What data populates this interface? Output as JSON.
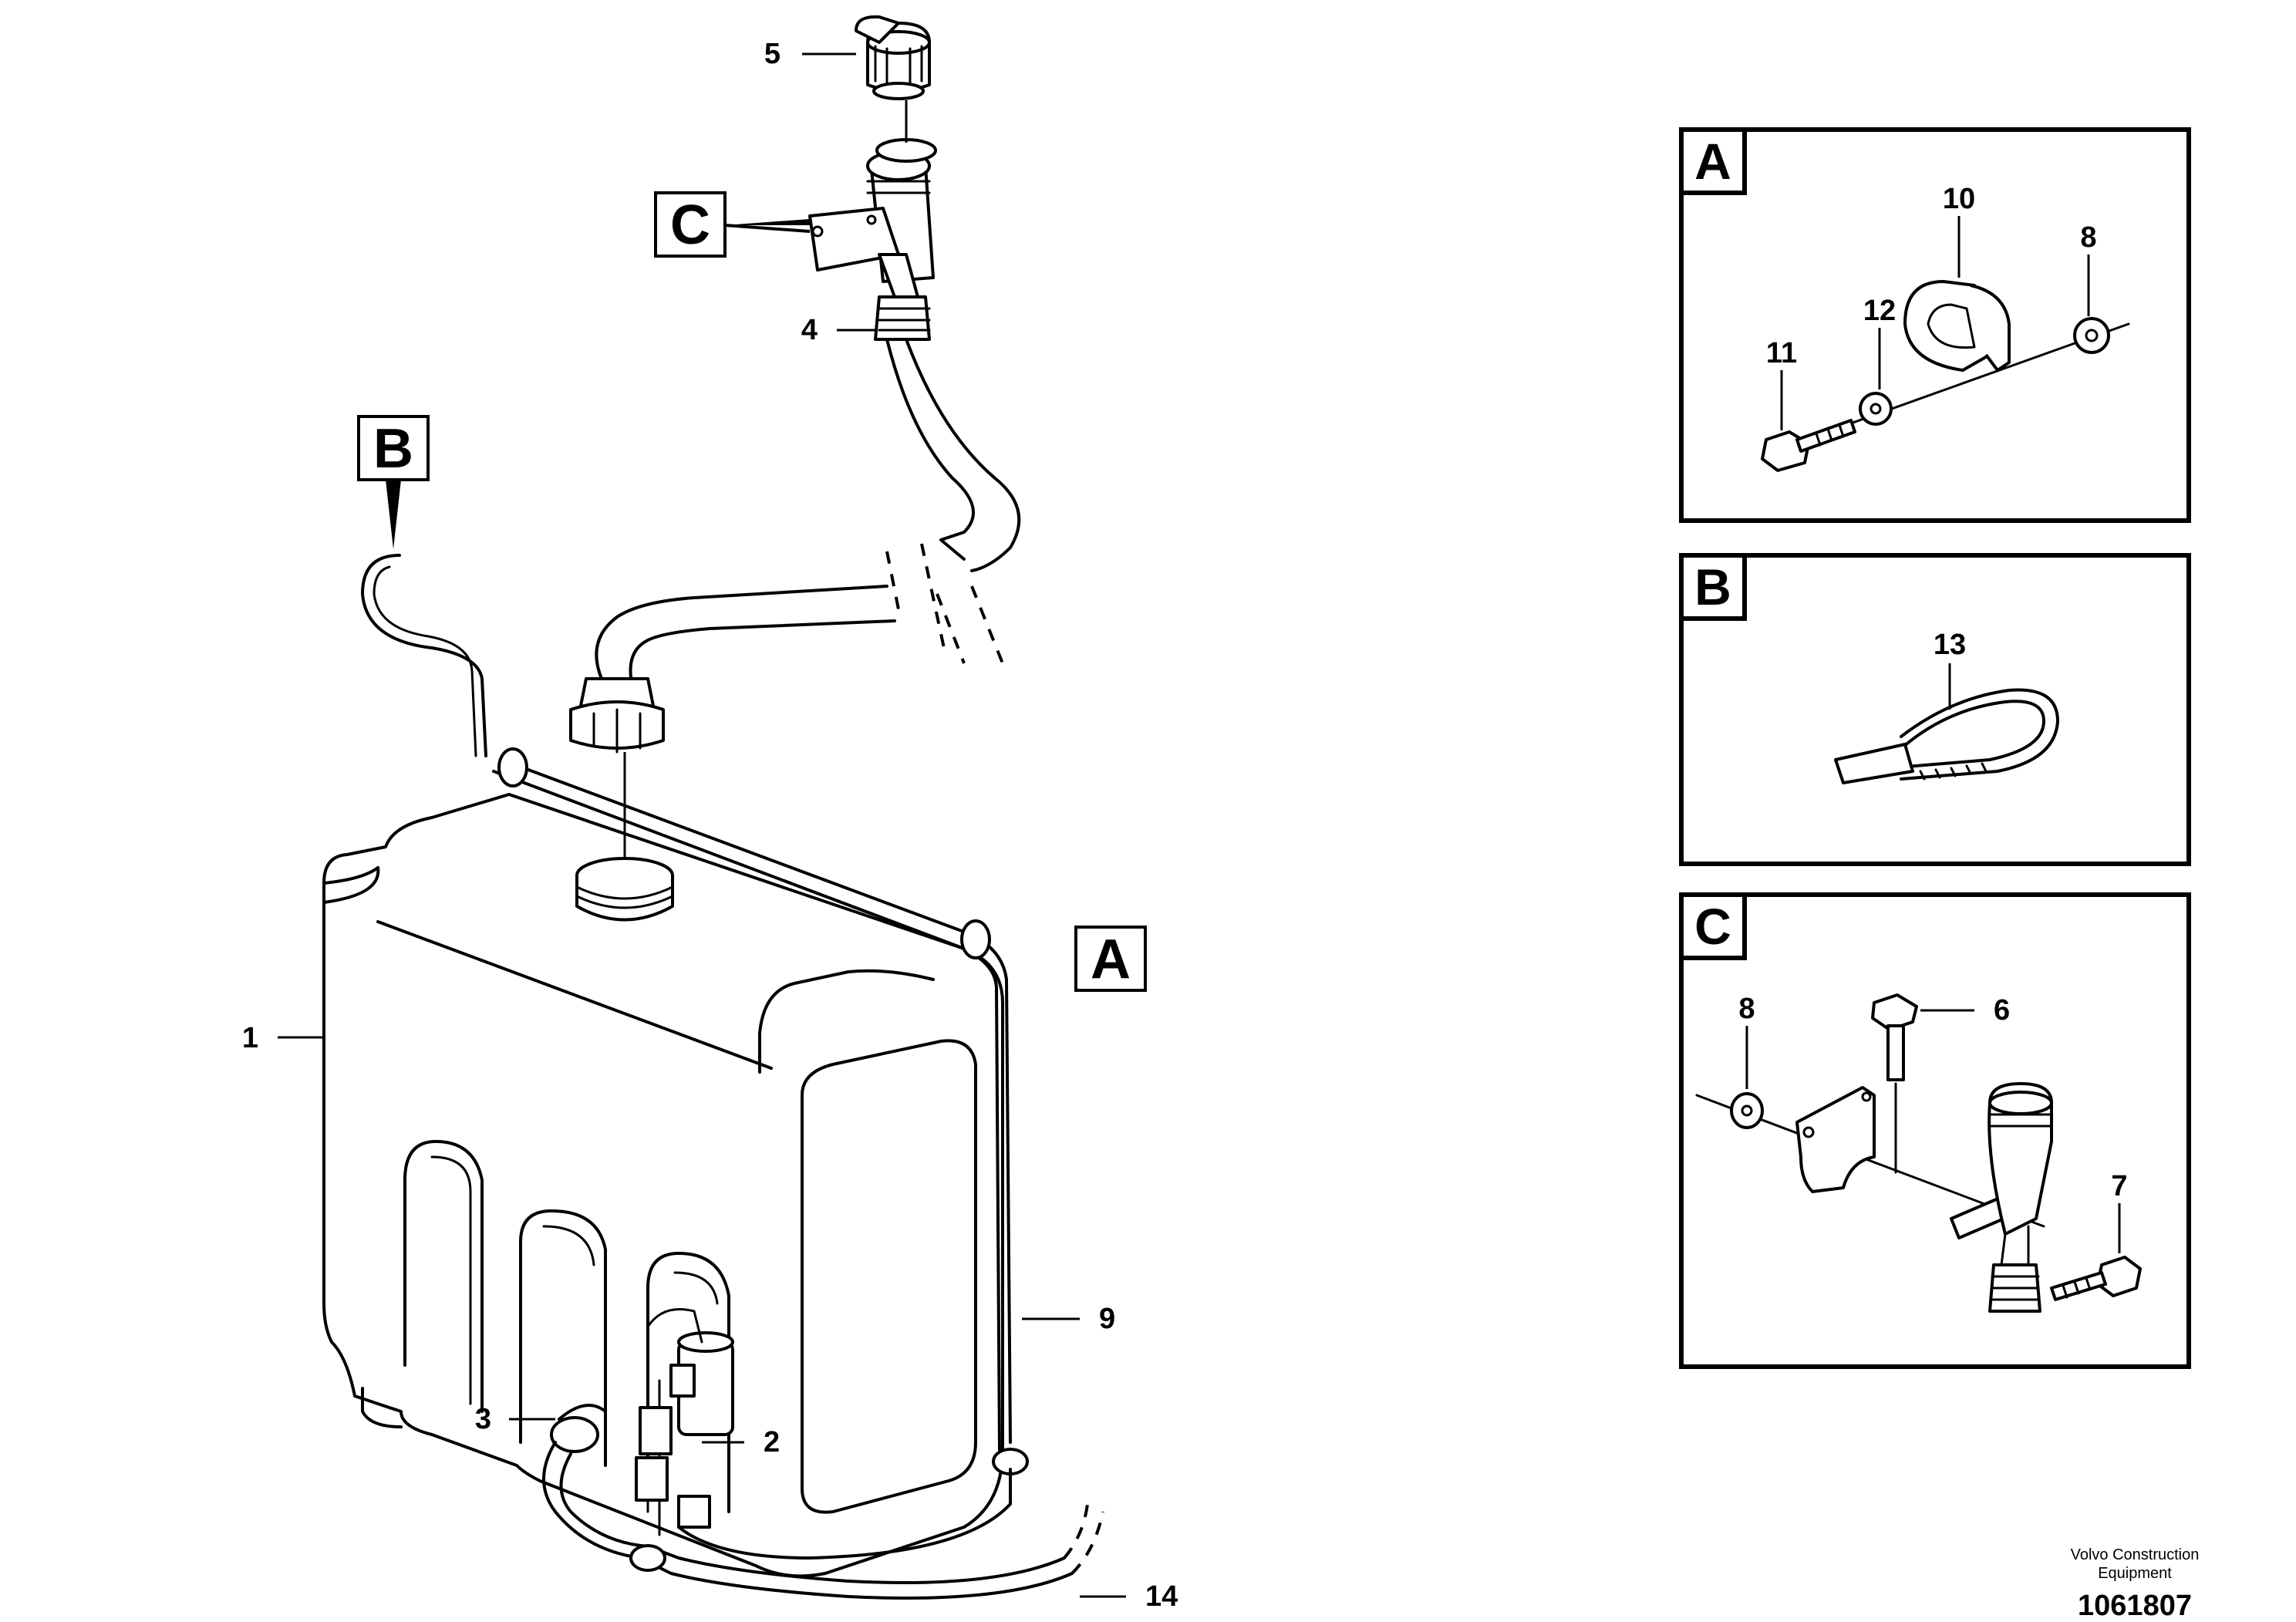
{
  "callouts": {
    "c1": "1",
    "c2": "2",
    "c3": "3",
    "c4": "4",
    "c5": "5",
    "c9": "9",
    "c14": "14",
    "a10": "10",
    "a8": "8",
    "a12": "12",
    "a11": "11",
    "b13": "13",
    "c8": "8",
    "c6": "6",
    "c7": "7"
  },
  "view_refs": {
    "a": "A",
    "b": "B",
    "c": "C"
  },
  "detail_boxes": {
    "a": "A",
    "b": "B",
    "c": "C"
  },
  "credit": {
    "line1": "Volvo Construction",
    "line2": "Equipment"
  },
  "drawing_number": "1061807"
}
